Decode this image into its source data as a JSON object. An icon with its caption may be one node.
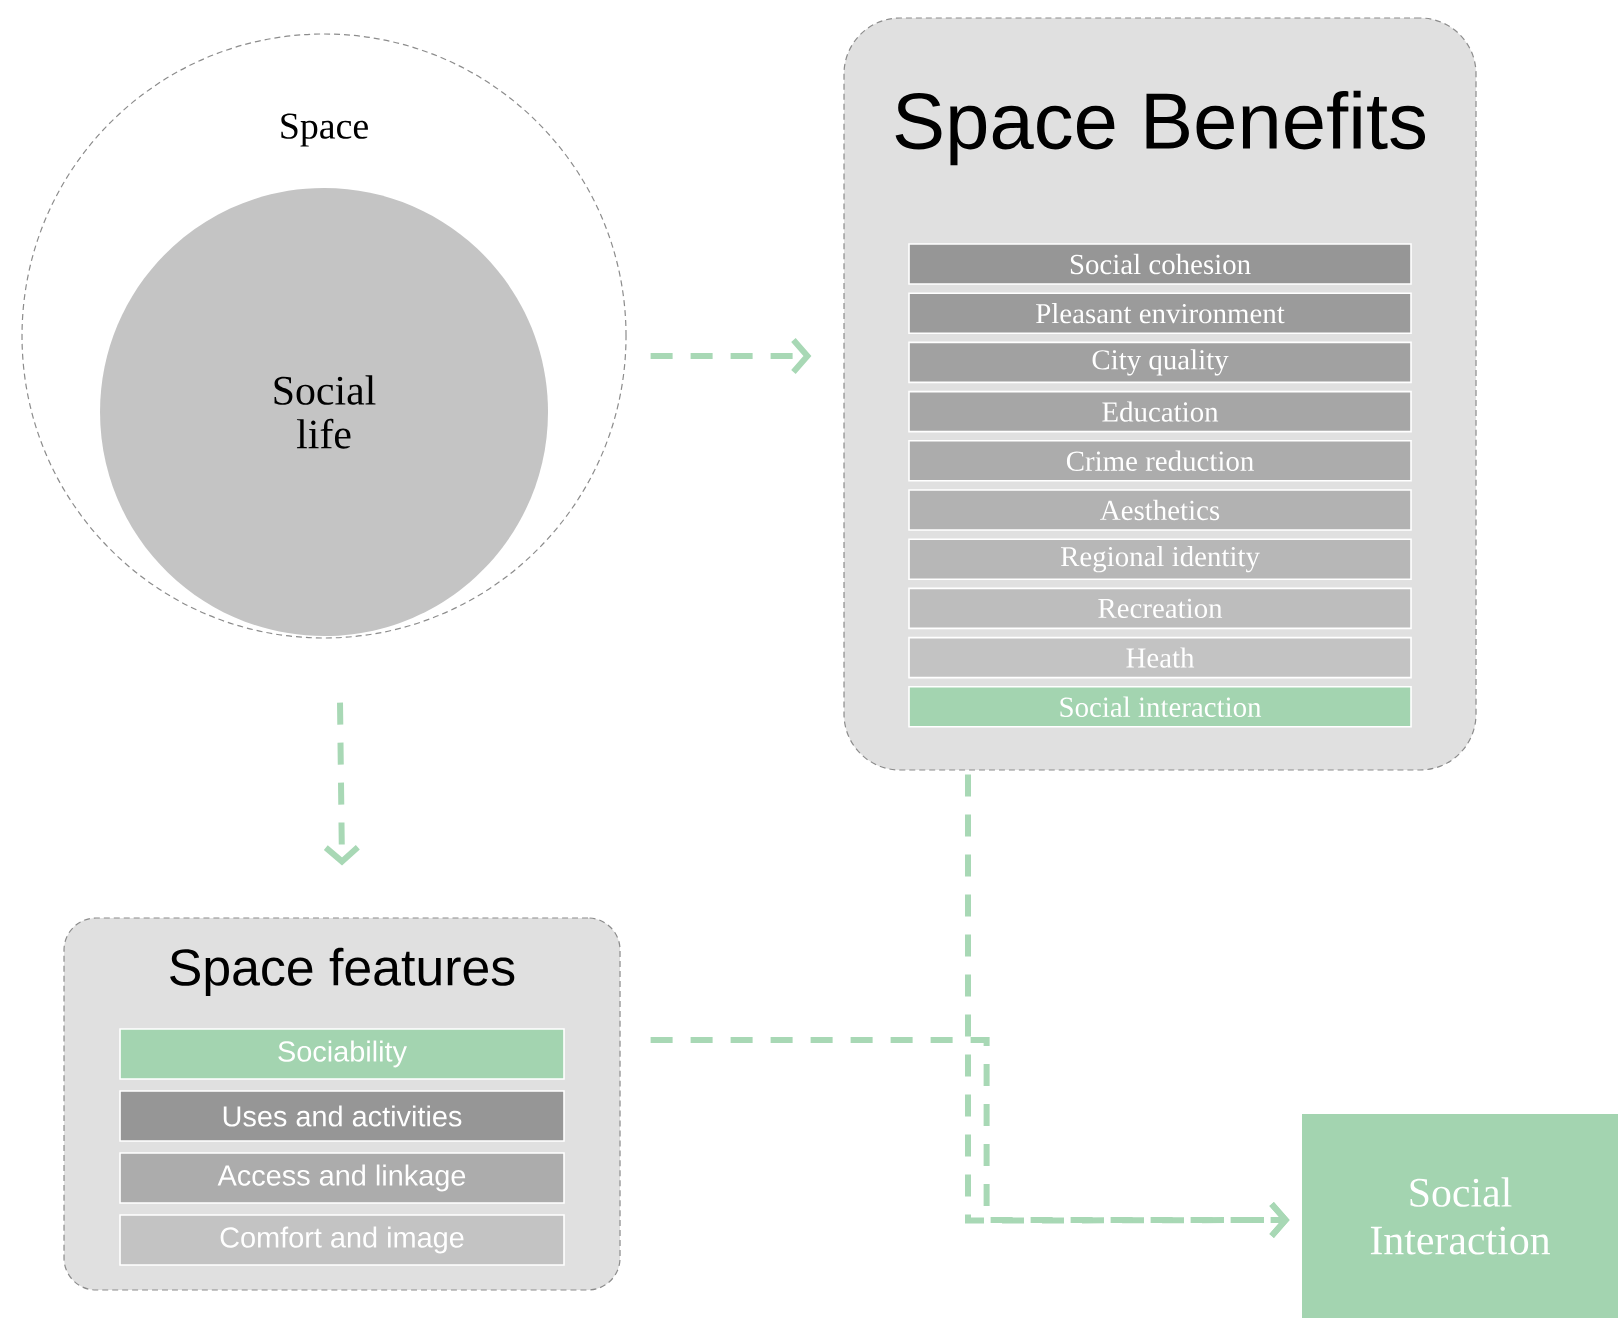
{
  "diagram": {
    "nodes": [
      {
        "text": [
          "Space"
        ]
      },
      {
        "text": [
          "Social life"
        ],
        "in": 0
      },
      {
        "text": [
          "Space Benefits"
        ]
      },
      {
        "text": [
          "Social cohesion"
        ],
        "in": 2
      },
      {
        "text": [
          "Pleasant environment"
        ],
        "in": 2
      },
      {
        "text": [
          "City quality"
        ],
        "in": 2
      },
      {
        "text": [
          "Education"
        ],
        "in": 2
      },
      {
        "text": [
          "Crime reduction"
        ],
        "in": 2
      },
      {
        "text": [
          "Aesthetics"
        ],
        "in": 2
      },
      {
        "text": [
          "Regional identity"
        ],
        "in": 2
      },
      {
        "text": [
          "Recreation"
        ],
        "in": 2
      },
      {
        "text": [
          "Heath"
        ],
        "in": 2
      },
      {
        "text": [
          "Social interaction"
        ],
        "in": 2
      },
      {
        "text": [
          "Space features"
        ]
      },
      {
        "text": [
          "Sociability"
        ],
        "in": 13
      },
      {
        "text": [
          "Uses and activities"
        ],
        "in": 13
      },
      {
        "text": [
          "Access and linkage"
        ],
        "in": 13
      },
      {
        "text": [
          "Comfort and image"
        ],
        "in": 13
      },
      {
        "text": [
          "Social Interaction"
        ]
      }
    ],
    "edges": [
      {
        "from": 0,
        "to": 2,
        "arrow": "to",
        "style": "dashed"
      },
      {
        "from": 0,
        "to": 13,
        "arrow": "to",
        "style": "dashed"
      },
      {
        "from": 2,
        "to": 18,
        "arrow": "to",
        "style": "dashed"
      },
      {
        "from": 13,
        "to": 18,
        "arrow": "to",
        "style": "dashed"
      }
    ]
  }
}
